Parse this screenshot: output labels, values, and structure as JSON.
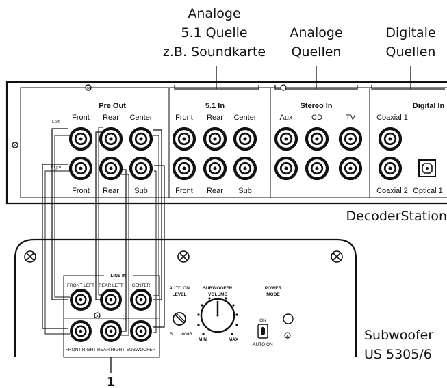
{
  "captions": {
    "analog51": [
      "Analoge",
      "5.1 Quelle",
      "z.B. Soundkarte"
    ],
    "analog": [
      "Analoge",
      "Quellen"
    ],
    "digital": [
      "Digitale",
      "Quellen"
    ]
  },
  "decoder": {
    "name": "DecoderStation",
    "groups": {
      "preout": "Pre Out",
      "in51": "5.1 In",
      "stereo": "Stereo In",
      "digital": "Digital In"
    },
    "top_labels": [
      "Front",
      "Rear",
      "Center",
      "Front",
      "Rear",
      "Center",
      "Aux",
      "CD",
      "TV",
      "Coaxial 1"
    ],
    "bottom_labels": [
      "Front",
      "Rear",
      "Sub",
      "Front",
      "Rear",
      "Sub",
      "Coaxial 2",
      "Optical 1"
    ],
    "side_left": "Left",
    "side_right": "Right"
  },
  "subwoofer": {
    "name": [
      "Subwoofer",
      "US 5305/6"
    ],
    "line_in": "LINE IN",
    "top_jacks": [
      "FRONT LEFT",
      "REAR LEFT",
      "CENTER"
    ],
    "bottom_jacks": [
      "FRONT RIGHT",
      "REAR RIGHT",
      "SUBWOOFER"
    ],
    "auto_on_level": [
      "AUTO ON",
      "LEVEL"
    ],
    "auto_scale": [
      "B",
      "-60dB"
    ],
    "volume": [
      "SUBWOOFER",
      "VOLUME"
    ],
    "volume_scale": [
      "MIN",
      "MAX"
    ],
    "power_mode": [
      "POWER",
      "MODE"
    ],
    "switch": [
      "ON",
      "AUTO ON"
    ]
  },
  "callout": "1"
}
